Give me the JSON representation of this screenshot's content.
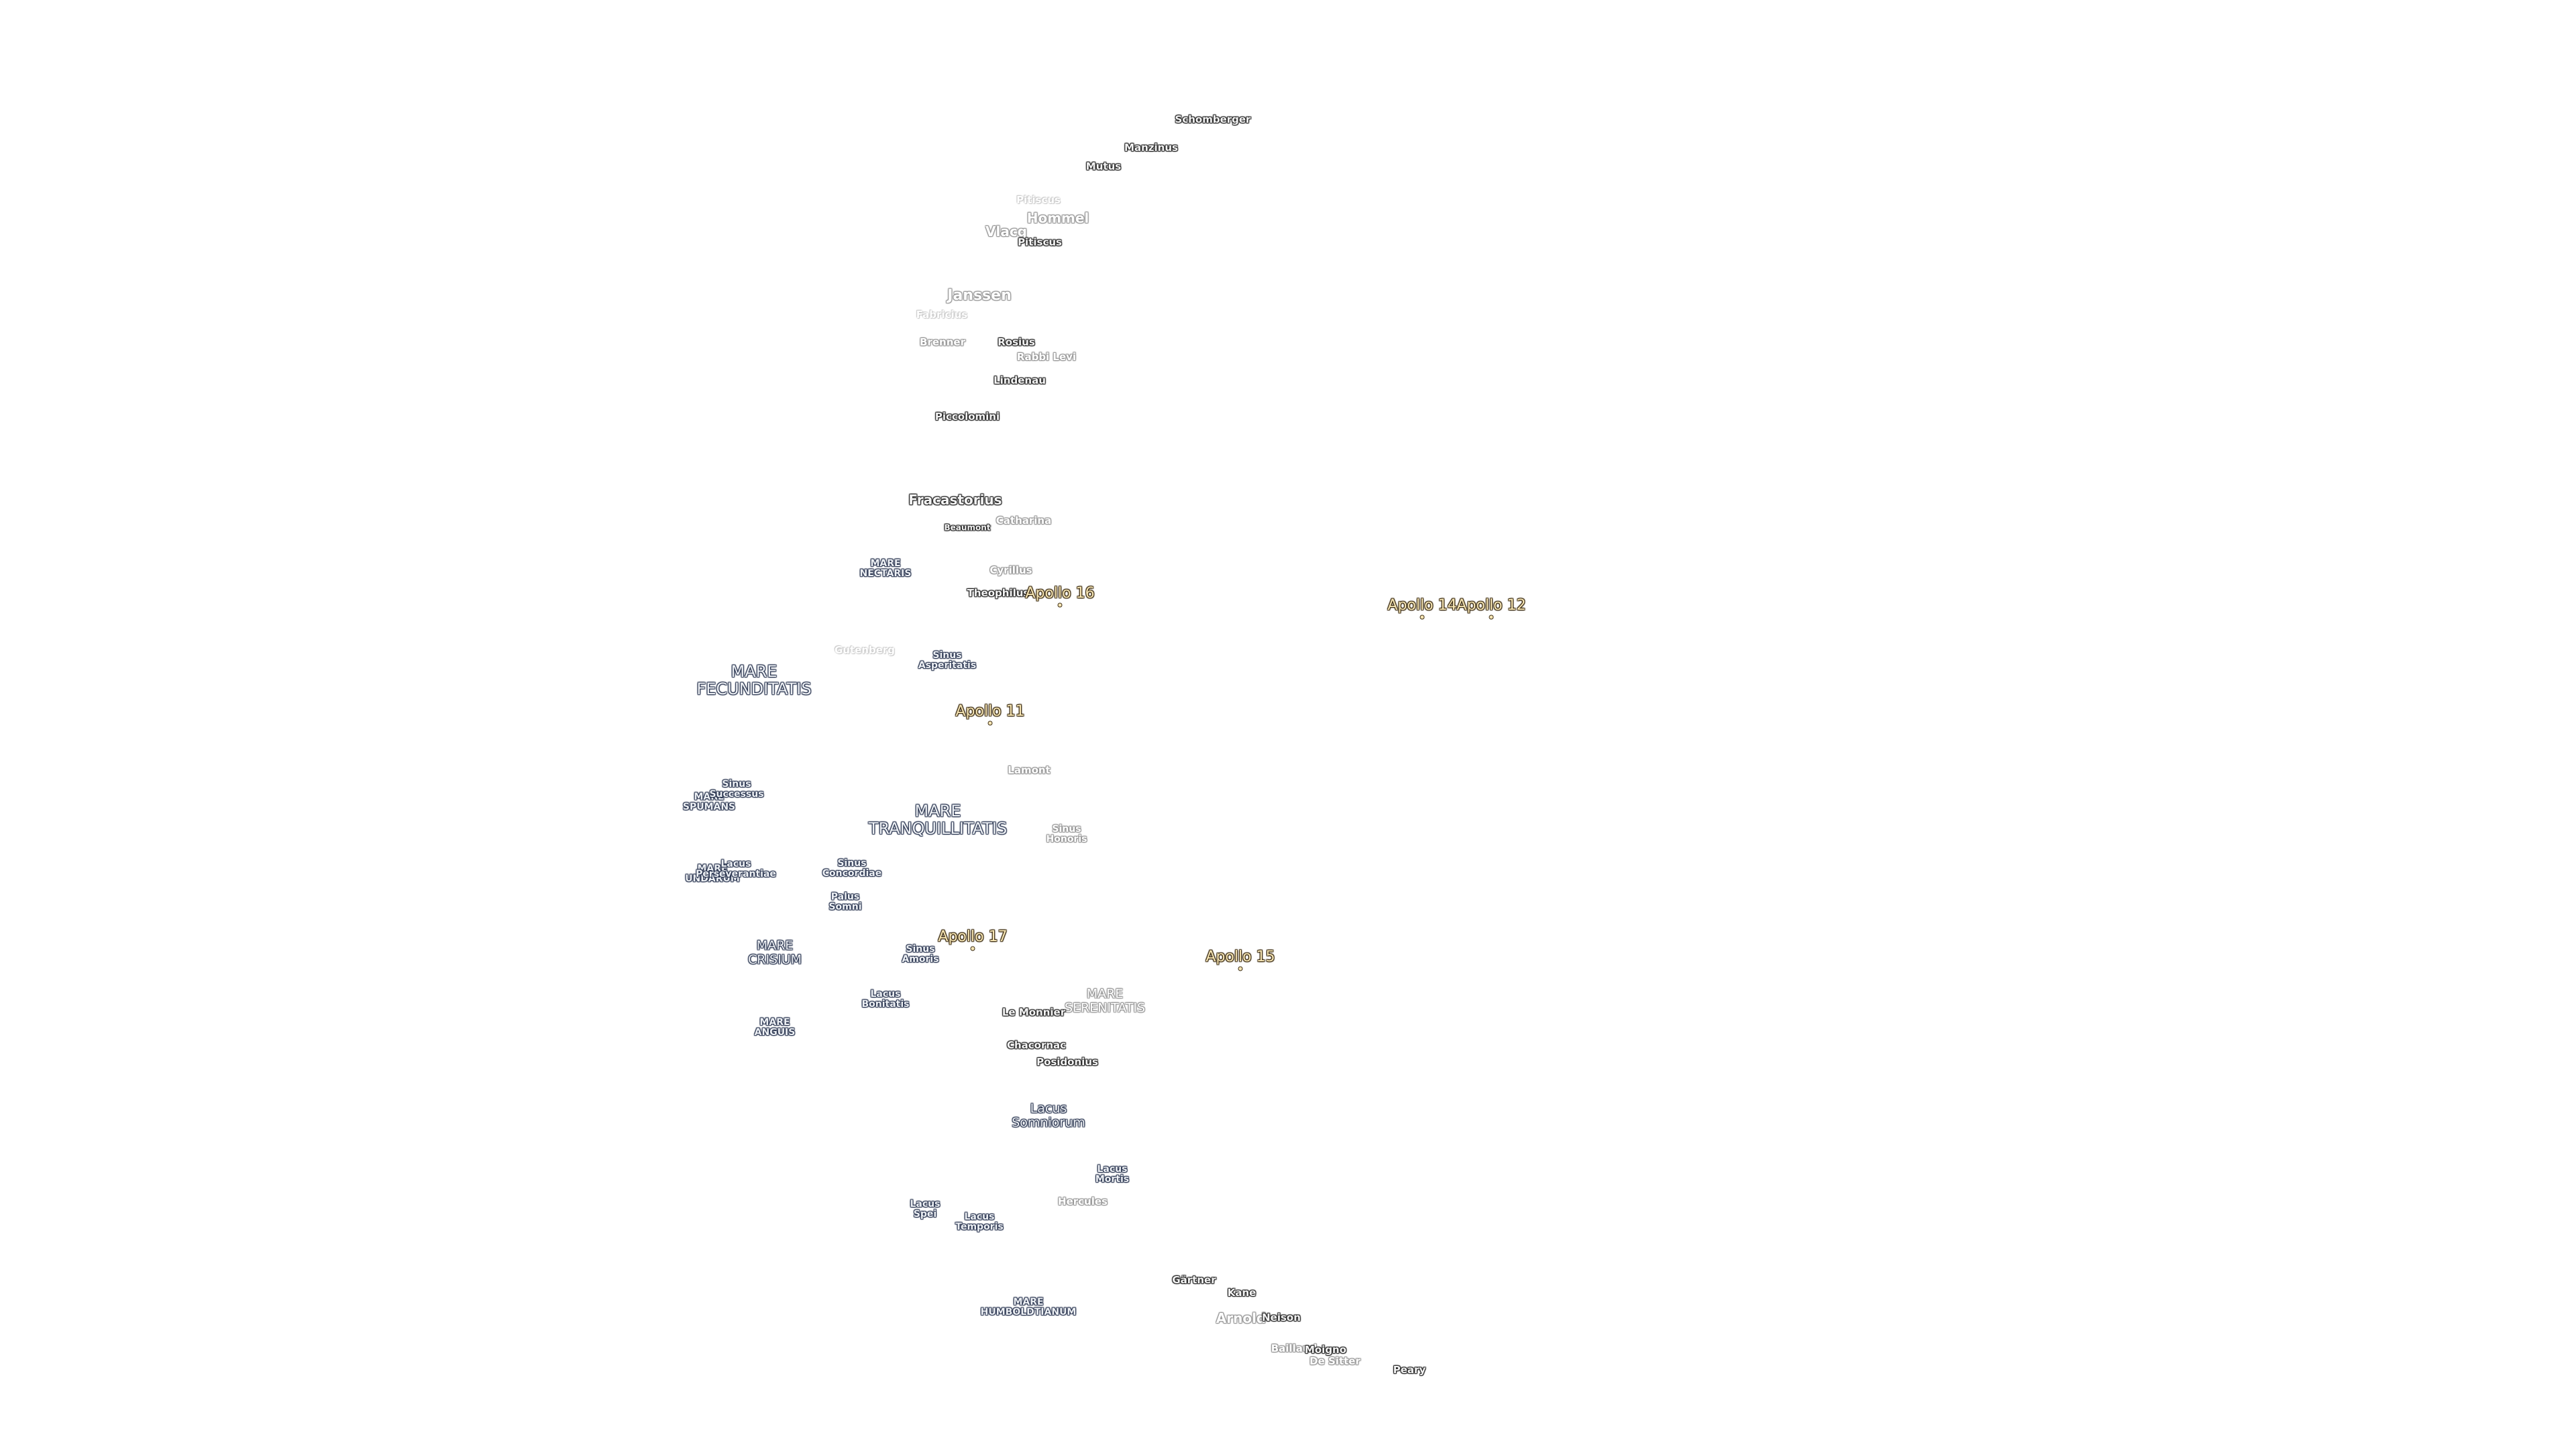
{
  "map": {
    "colors": {
      "background": "#ffffff",
      "crater": "#f4f4f4",
      "mare": "#eef1f5",
      "apollo": "#f7e6b5"
    },
    "apollo_sites": [
      {
        "id": "apollo-16",
        "label": "Apollo 16"
      },
      {
        "id": "apollo-14",
        "label": "Apollo 14"
      },
      {
        "id": "apollo-12",
        "label": "Apollo 12"
      },
      {
        "id": "apollo-11",
        "label": "Apollo 11"
      },
      {
        "id": "apollo-17",
        "label": "Apollo 17"
      },
      {
        "id": "apollo-15",
        "label": "Apollo 15"
      }
    ],
    "maria": [
      {
        "id": "mare-nectaris",
        "label": "MARE\nNECTARIS",
        "size": "small"
      },
      {
        "id": "mare-fecunditatis",
        "label": "MARE\nFECUNDITATIS"
      },
      {
        "id": "mare-tranquillitatis",
        "label": "MARE\nTRANQUILLITATIS"
      },
      {
        "id": "mare-spumans",
        "label": "MARE\nSPUMANS",
        "size": "small"
      },
      {
        "id": "mare-undarum",
        "label": "MARE\nUNDARUM",
        "size": "small"
      },
      {
        "id": "mare-crisium",
        "label": "MARE\nCRISIUM",
        "size": "medium"
      },
      {
        "id": "mare-anguis",
        "label": "MARE\nANGUIS",
        "size": "small"
      },
      {
        "id": "mare-serenitatis",
        "label": "MARE\nSERENITATIS",
        "size": "medium",
        "faint": true
      },
      {
        "id": "mare-humboldtianum",
        "label": "MARE\nHUMBOLDTIANUM",
        "size": "small"
      },
      {
        "id": "lacus-somniorum",
        "label": "Lacus\nSomniorum",
        "size": "medium"
      },
      {
        "id": "sinus-asperitatis",
        "label": "Sinus\nAsperitatis",
        "size": "small"
      },
      {
        "id": "sinus-successus",
        "label": "Sinus\nSuccessus",
        "size": "small"
      },
      {
        "id": "lacus-perseverantiae",
        "label": "Lacus\nPerseverantiae",
        "size": "small"
      },
      {
        "id": "sinus-concordiae",
        "label": "Sinus\nConcordiae",
        "size": "small"
      },
      {
        "id": "palus-somni",
        "label": "Palus\nSomni",
        "size": "small"
      },
      {
        "id": "sinus-amoris",
        "label": "Sinus\nAmoris",
        "size": "small"
      },
      {
        "id": "lacus-bonitatis",
        "label": "Lacus\nBonitatis",
        "size": "small"
      },
      {
        "id": "sinus-honoris",
        "label": "Sinus\nHonoris",
        "size": "small",
        "faint": true
      },
      {
        "id": "lacus-mortis",
        "label": "Lacus\nMortis",
        "size": "small"
      },
      {
        "id": "lacus-spei",
        "label": "Lacus\nSpei",
        "size": "small"
      },
      {
        "id": "lacus-temporis",
        "label": "Lacus\nTemporis",
        "size": "small"
      }
    ],
    "craters": [
      {
        "id": "schomberger",
        "label": "Schomberger"
      },
      {
        "id": "manzinus",
        "label": "Manzinus"
      },
      {
        "id": "mutus",
        "label": "Mutus"
      },
      {
        "id": "pitiscus",
        "label": "Pitiscus",
        "style": "veryfaint"
      },
      {
        "id": "hommel",
        "label": "Hommel",
        "style": "faint",
        "size": "big"
      },
      {
        "id": "vlacq",
        "label": "Vlacq",
        "style": "faint",
        "size": "big"
      },
      {
        "id": "pitiscus-2",
        "label": "Pitiscus"
      },
      {
        "id": "janssen",
        "label": "Janssen",
        "style": "faint",
        "size": "xbig"
      },
      {
        "id": "fabricius",
        "label": "Fabricius",
        "style": "veryfaint"
      },
      {
        "id": "brenner",
        "label": "Brenner",
        "style": "faint"
      },
      {
        "id": "rosius",
        "label": "Rosius"
      },
      {
        "id": "rabbi-levi",
        "label": "Rabbi Levi",
        "style": "faint"
      },
      {
        "id": "lindenau",
        "label": "Lindenau"
      },
      {
        "id": "piccolomini",
        "label": "Piccolomini"
      },
      {
        "id": "fracastorius",
        "label": "Fracastorius",
        "size": "big"
      },
      {
        "id": "beaumont",
        "label": "Beaumont",
        "size": "small"
      },
      {
        "id": "catharina",
        "label": "Catharina",
        "style": "faint"
      },
      {
        "id": "cyrillus",
        "label": "Cyrillus",
        "style": "faint"
      },
      {
        "id": "theophilus",
        "label": "Theophilus"
      },
      {
        "id": "gutenberg",
        "label": "Gutenberg",
        "style": "veryfaint"
      },
      {
        "id": "lamont",
        "label": "Lamont",
        "style": "faint"
      },
      {
        "id": "le-monnier",
        "label": "Le Monnier"
      },
      {
        "id": "chacornac",
        "label": "Chacornac"
      },
      {
        "id": "posidonius",
        "label": "Posidonius"
      },
      {
        "id": "hercules",
        "label": "Hercules",
        "style": "faint"
      },
      {
        "id": "gartner",
        "label": "Gärtner"
      },
      {
        "id": "kane",
        "label": "Kane"
      },
      {
        "id": "arnold",
        "label": "Arnold",
        "style": "faint",
        "size": "big"
      },
      {
        "id": "neison",
        "label": "Neison"
      },
      {
        "id": "baillaud",
        "label": "Baillaud",
        "style": "faint"
      },
      {
        "id": "moigno",
        "label": "Moigno"
      },
      {
        "id": "de-sitter",
        "label": "De Sitter",
        "style": "faint"
      },
      {
        "id": "peary",
        "label": "Peary"
      }
    ]
  }
}
